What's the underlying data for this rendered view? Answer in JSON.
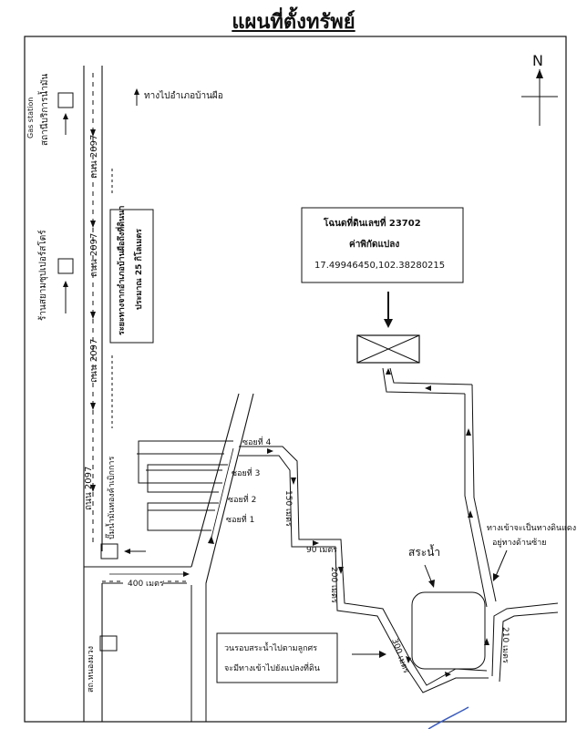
{
  "title": "แผนที่ตั้งทรัพย์",
  "north_label": "N",
  "direction_top": "ทางไปอำเภอบ้านผือ",
  "road_labels": [
    "ถนน 2097",
    "ถนน 2097",
    "ถนน 2097",
    "ถนน 2097"
  ],
  "gas_station_en": "Gas station",
  "gas_station_th": "สถานีบริการน้ำมัน",
  "store_label": "ร้านสยามซุปเปอร์สโตร์",
  "distance_box": {
    "line1": "ระยะทางจากอำเภอบ้านผือถึงที่ดินนา",
    "line2": "ประมาณ 25 กิโลเมตร"
  },
  "office_label": "ปั๊มน้ำมันทองค้าเบิกการ",
  "health_center": "สถ.หนองมวง",
  "distance_400": "400 เมตร",
  "sois": [
    "ซอยที่ 4",
    "ซอยที่ 3",
    "ซอยที่ 2",
    "ซอยที่ 1"
  ],
  "distances": {
    "d150": "150 เมตร",
    "d90": "90 เมตร",
    "d200": "200 เมตร",
    "d300": "300 เมตร",
    "d210": "210 เมตร"
  },
  "pond": "สระน้ำ",
  "deed_box": {
    "line1": "โฉนดที่ดินเลขที่ 23702",
    "line2": "ค่าพิกัดแปลง",
    "line3": "17.49946450,102.38280215"
  },
  "side_note": {
    "line1": "ทางเข้าจะเป็นทางดินแดง",
    "line2": "อยู่ทางด้านซ้าย"
  },
  "bottom_note": {
    "line1": "วนรอบสระน้ำไปตามลูกศร",
    "line2": "จะมีทางเข้าไปยังแปลงที่ดิน"
  }
}
